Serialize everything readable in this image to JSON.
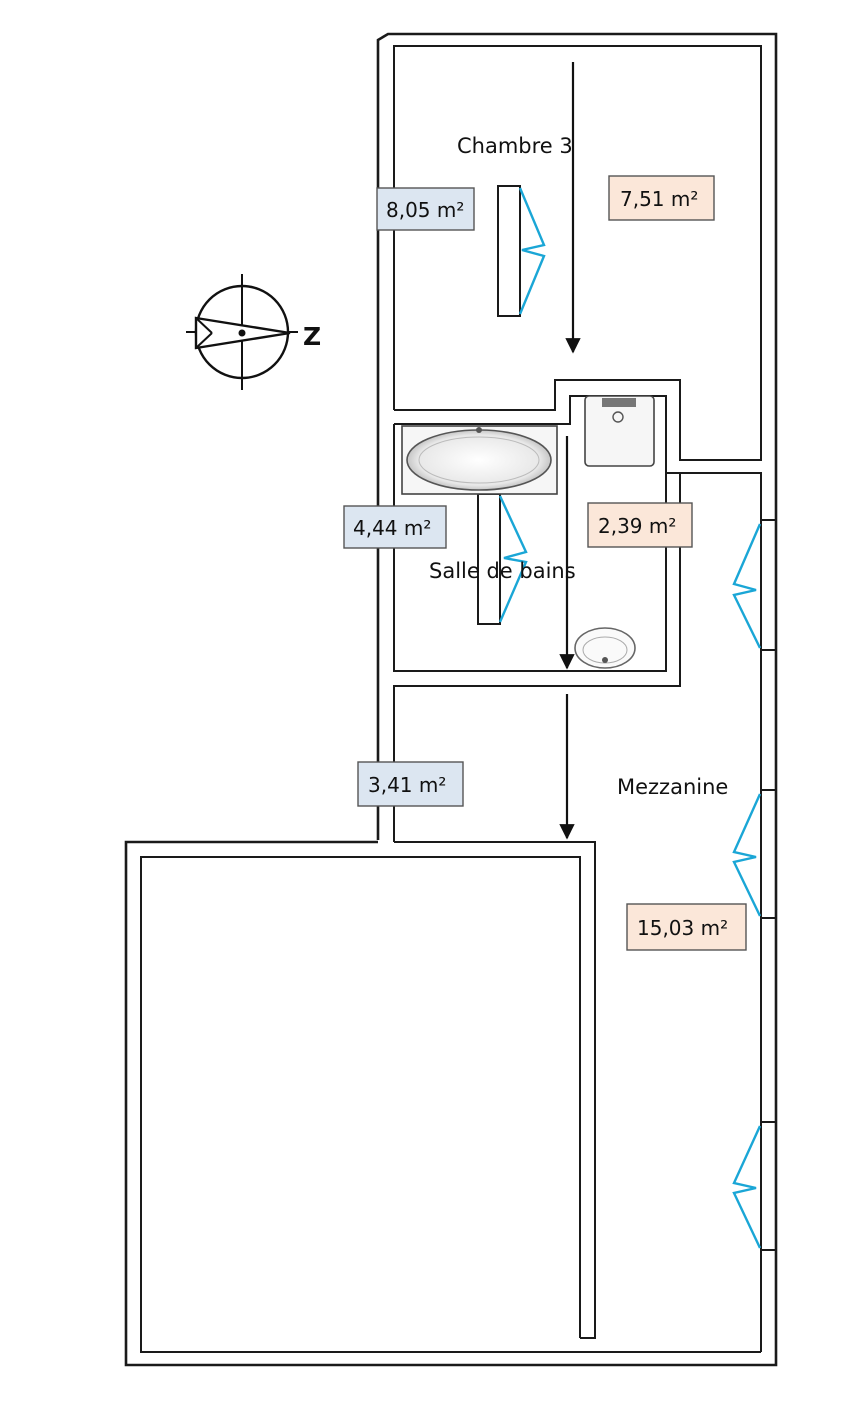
{
  "rooms": {
    "chambre": {
      "label": "Chambre 3"
    },
    "salle_de_bains": {
      "label": "Salle de bains"
    },
    "mezzanine": {
      "label": "Mezzanine"
    }
  },
  "areas": {
    "chambre_main": "8,05 m²",
    "chambre_low": "7,51 m²",
    "bath_main": "4,44 m²",
    "bath_low": "2,39 m²",
    "landing": "3,41 m²",
    "mezzanine_low": "15,03 m²"
  },
  "compass": {
    "letter": "Z"
  },
  "colors": {
    "area_blue_fill": "#dce6f1",
    "area_tan_fill": "#fbe7d9",
    "door_swing": "#1aa6d6",
    "wall": "#1a1a1a"
  }
}
